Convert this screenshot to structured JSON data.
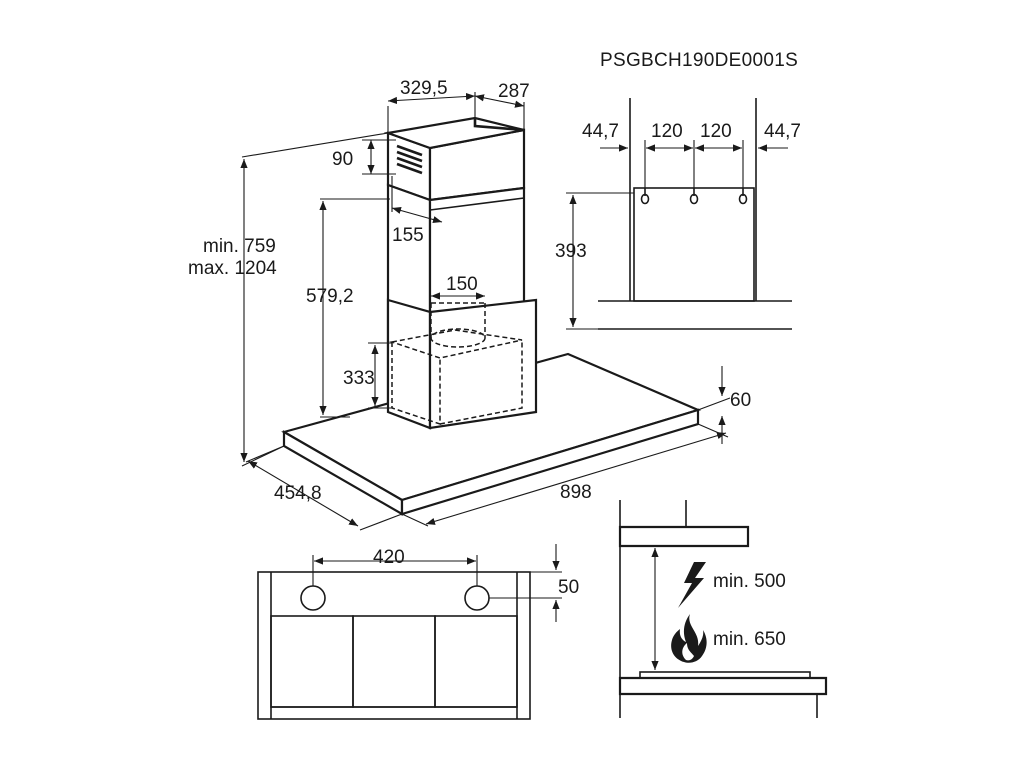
{
  "model_code": "PSGBCH190DE0001S",
  "main_view": {
    "chimney_width": "329,5",
    "chimney_depth": "287",
    "vent_height": "90",
    "vent_offset": "155",
    "height_range_min": "min. 759",
    "height_range_max": "max. 1204",
    "height_to_collar": "579,2",
    "outlet_diameter": "150",
    "motor_box_height": "333",
    "canopy_thickness": "60",
    "canopy_depth": "454,8",
    "canopy_width": "898"
  },
  "bracket_view": {
    "edge_left": "44,7",
    "spacing_left": "120",
    "spacing_right": "120",
    "edge_right": "44,7",
    "mount_height": "393"
  },
  "underside_view": {
    "light_spacing": "420",
    "light_offset": "50"
  },
  "clearance_view": {
    "electric_hob_label": "min. 500",
    "gas_hob_label": "min. 650",
    "electric_icon": "lightning-icon",
    "gas_icon": "flame-icon"
  }
}
